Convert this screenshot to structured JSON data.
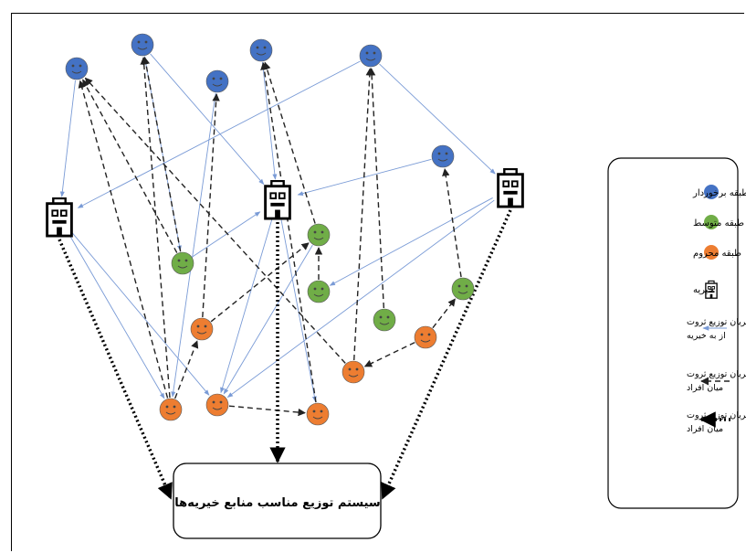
{
  "system_box": {
    "label": "سیستم توزیع مناسب منابع خیریه‌ها"
  },
  "legend": {
    "items": [
      {
        "id": "rich",
        "label": "طبقه برخوردار",
        "color": "#4472c4"
      },
      {
        "id": "middle",
        "label": "طبقه متوسط",
        "color": "#70ad47"
      },
      {
        "id": "poor",
        "label": "طبقه محروم",
        "color": "#ed7d31"
      },
      {
        "id": "charity",
        "label": "خیریه"
      },
      {
        "id": "flow_to_charity",
        "lines": [
          "جریان توزیع ثروت",
          "از به خیریه"
        ]
      },
      {
        "id": "flow_between",
        "lines": [
          "جریان توزیع ثروت",
          "میان افراد"
        ]
      },
      {
        "id": "flow_between_dot",
        "lines": [
          "جریان توزیع ثروت",
          "میان افراد"
        ]
      }
    ]
  },
  "colors": {
    "rich": "#4472c4",
    "middle": "#70ad47",
    "poor": "#ed7d31",
    "thin_arrow": "#7a9bd6",
    "dashed_arrow": "#222222",
    "dotted_arrow": "#000000"
  }
}
